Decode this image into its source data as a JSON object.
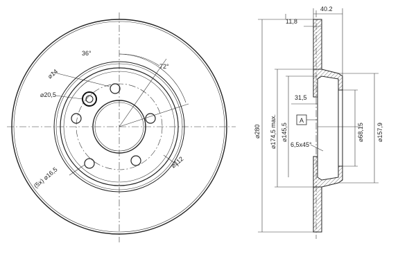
{
  "front_view": {
    "angle_bolt": "36°",
    "angle_holes": "72°",
    "hole_diam": "⌀14",
    "pilot_diam": "⌀20,5",
    "stud_spec": "(5x) ⌀16,5",
    "pcd": "⌀112"
  },
  "side_view": {
    "total_thickness": "40.2",
    "disc_thickness": "11,8",
    "outer_diam": "⌀280",
    "friction_max": "⌀174,5 max.",
    "hat_diam": "⌀145,5",
    "hat_depth": "31,5",
    "datum": "A",
    "chamfer": "6,5x45°",
    "center_bore": "⌀68,15",
    "hat_outer": "⌀157,9"
  }
}
